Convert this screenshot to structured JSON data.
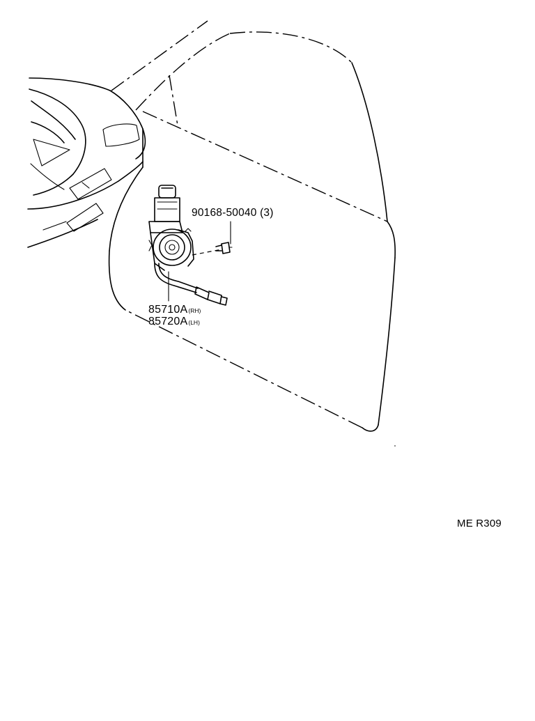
{
  "labels": {
    "bolt": "90168-50040 (3)",
    "motor_rh_part": "85710A",
    "motor_rh_side": "(RH)",
    "motor_lh_part": "85720A",
    "motor_lh_side": "(LH)",
    "diagram_code": "ME R309"
  },
  "icons": [
    "dashboard-outline",
    "door-outline",
    "power-window-motor-icon",
    "bolt-icon",
    "wire-harness-icon",
    "connector-icon"
  ]
}
